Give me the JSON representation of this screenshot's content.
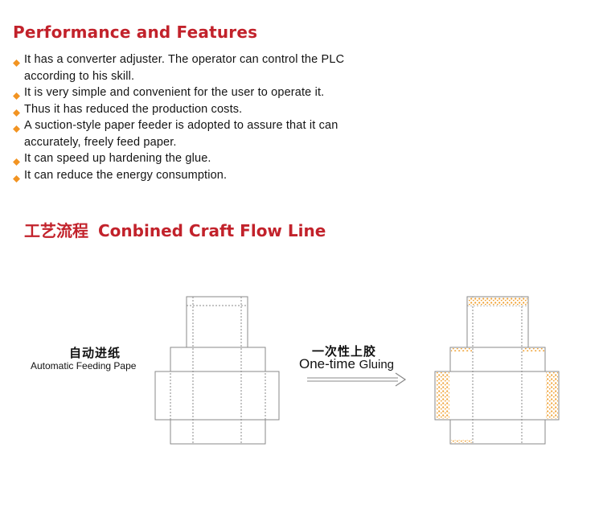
{
  "section_performance": {
    "title": "Performance and Features",
    "features": [
      {
        "line1": "It has a converter adjuster. The operator can control the PLC",
        "line2": "according to his skill."
      },
      {
        "line1": "It is very simple and convenient for the user to operate it.",
        "line2": ""
      },
      {
        "line1": "Thus it has reduced the production costs.",
        "line2": ""
      },
      {
        "line1": "A suction-style paper feeder is adopted to assure that it can",
        "line2": "accurately, freely feed paper."
      },
      {
        "line1": "It can speed up hardening the glue.",
        "line2": ""
      },
      {
        "line1": "It can reduce the energy consumption.",
        "line2": ""
      }
    ]
  },
  "section_flow": {
    "title_cn": "工艺流程",
    "title_en": "Conbined Craft Flow Line",
    "step_feed": {
      "label_cn": "自动进纸",
      "label_en": "Automatic Feeding Pape"
    },
    "step_glue": {
      "label_cn": "一次性上胶",
      "label_en_a": "One-time",
      "label_en_b": "Gluing"
    }
  },
  "colors": {
    "heading": "#c2222b",
    "bullet": "#f29422",
    "glue": "#f0a030",
    "outline": "#8a8a8a"
  },
  "icons": {
    "bullet": "diamond-bullet-icon",
    "arrow": "arrow-right-icon"
  }
}
